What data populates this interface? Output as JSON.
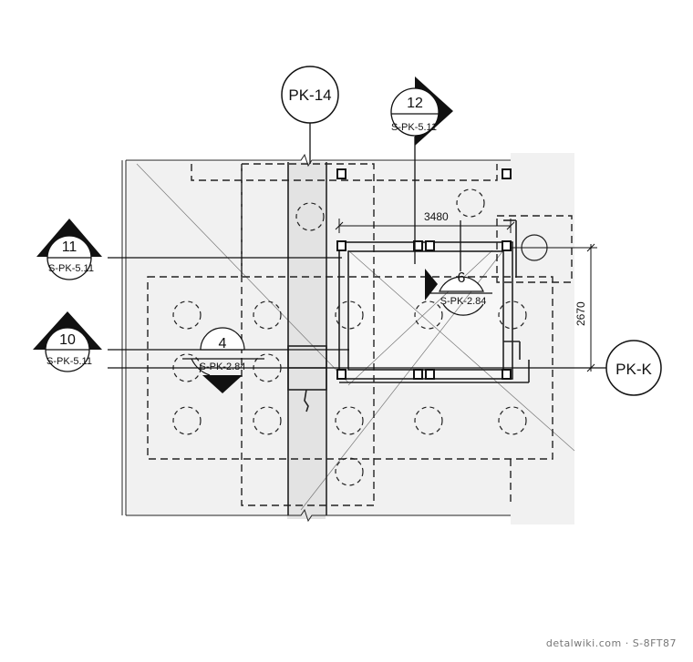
{
  "grid_bubbles": {
    "pk14": "PK-14",
    "pkk": "PK-K"
  },
  "section_markers": [
    {
      "id": "11",
      "sheet": "S-PK-5.11"
    },
    {
      "id": "10",
      "sheet": "S-PK-5.11"
    },
    {
      "id": "12",
      "sheet": "S-PK-5.11"
    }
  ],
  "detail_markers": [
    {
      "id": "4",
      "sheet": "S-PK-2.84"
    },
    {
      "id": "6",
      "sheet": "S-PK-2.84"
    }
  ],
  "dimensions": {
    "horizontal": "3480",
    "vertical": "2670"
  },
  "watermark": "detalwiki.com · S-8FT87"
}
